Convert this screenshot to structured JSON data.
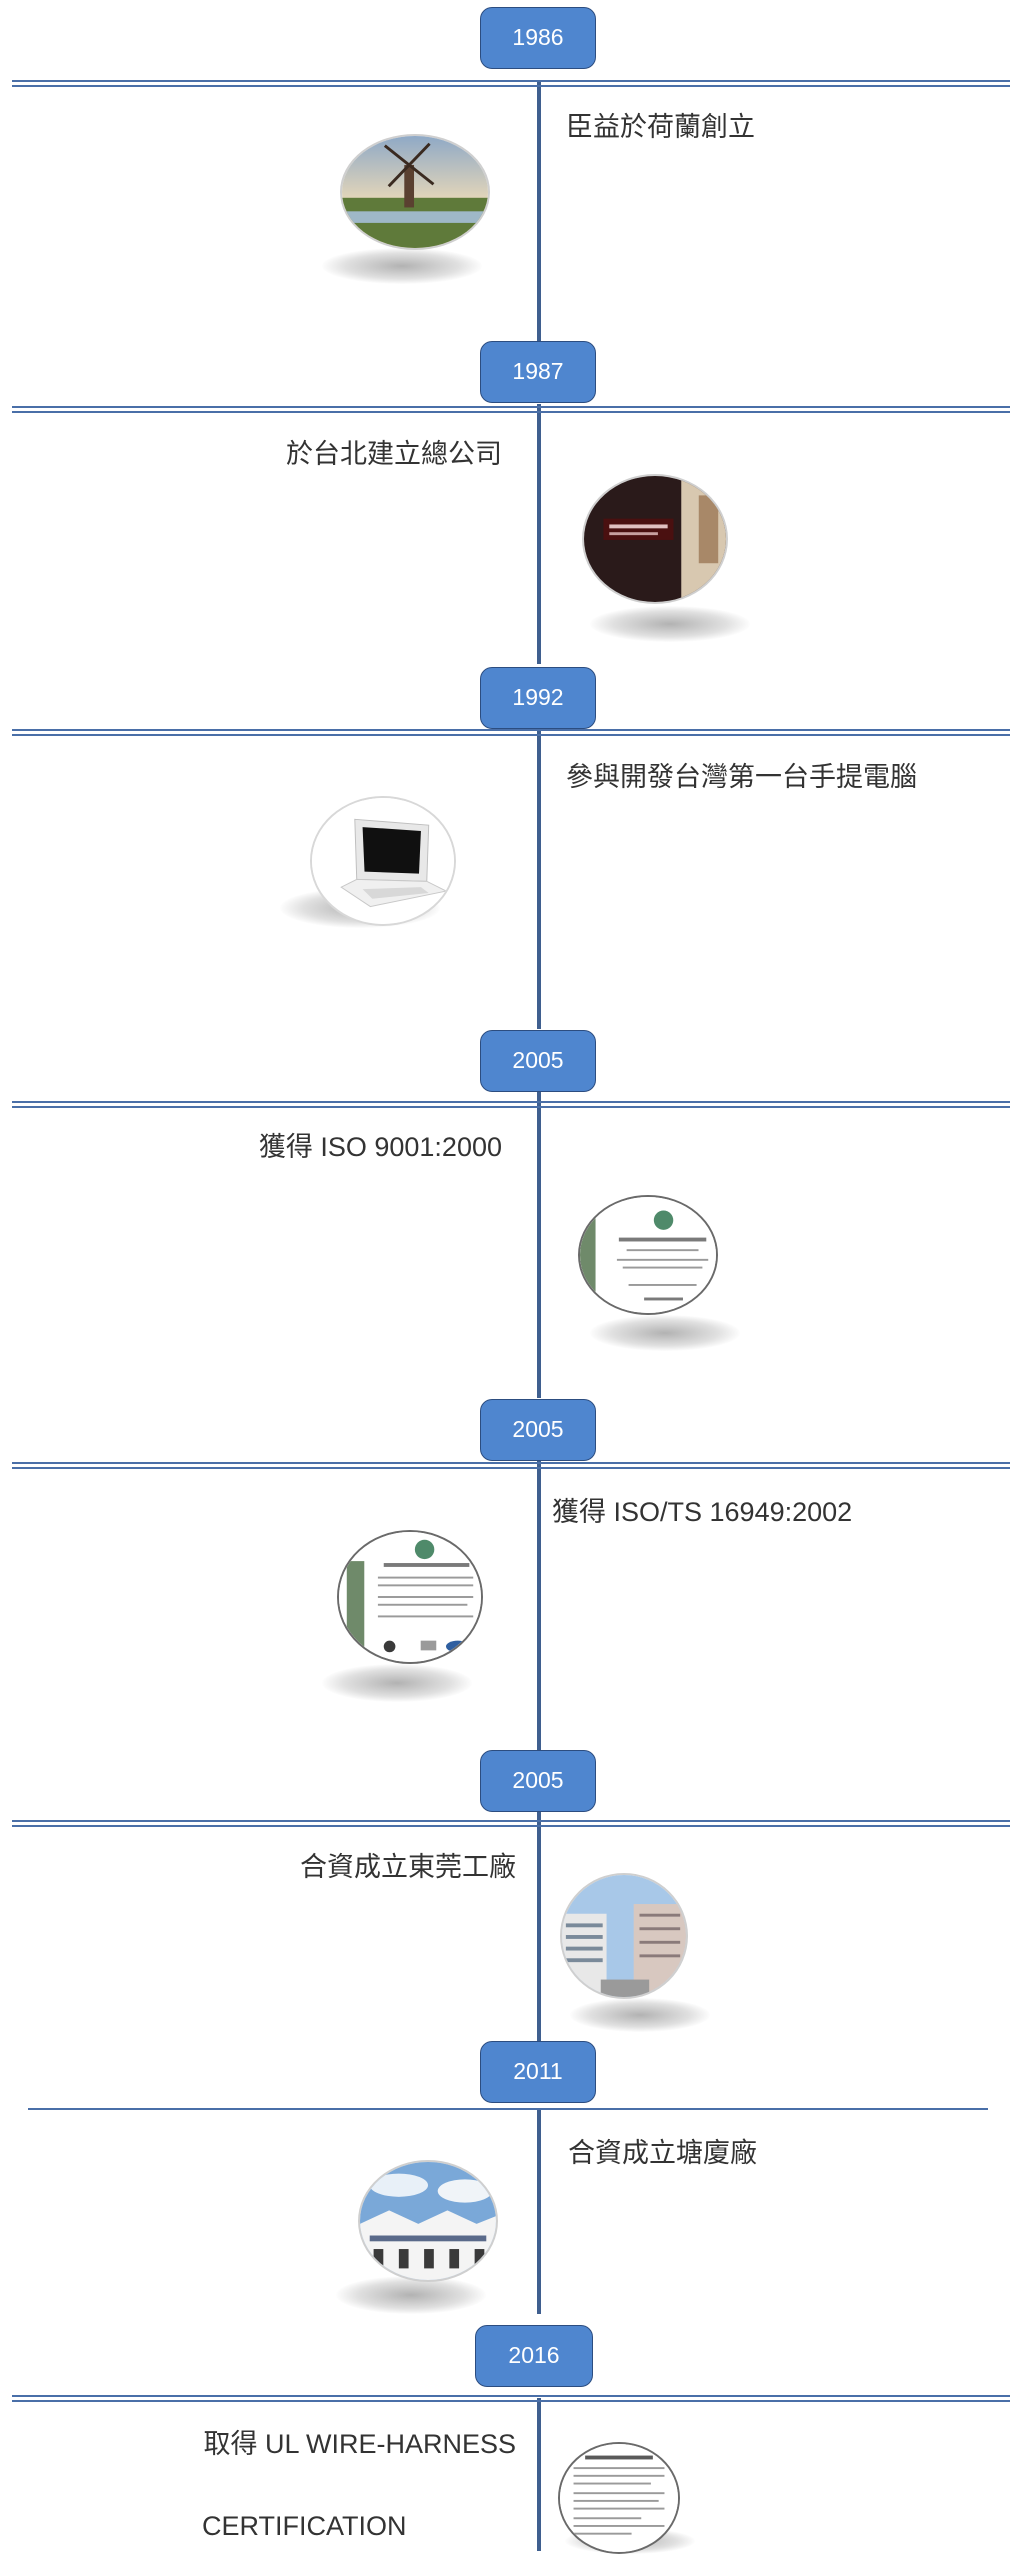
{
  "timeline": {
    "entries": [
      {
        "year": "1986",
        "text": "臣益於荷蘭創立",
        "image": "windmill-photo"
      },
      {
        "year": "1987",
        "text": "於台北建立總公司",
        "image": "headquarters-sign-photo"
      },
      {
        "year": "1992",
        "text": "參與開發台灣第一台手提電腦",
        "image": "laptop-photo"
      },
      {
        "year": "2005",
        "text": "獲得 ISO 9001:2000",
        "image": "iso-certificate-photo"
      },
      {
        "year": "2005",
        "text": "獲得 ISO/TS 16949:2002",
        "image": "ts-certificate-photo"
      },
      {
        "year": "2005",
        "text": "合資成立東莞工廠",
        "image": "dongguan-factory-photo"
      },
      {
        "year": "2011",
        "text": "合資成立塘廈廠",
        "image": "tangxia-factory-photo"
      },
      {
        "year": "2016",
        "text_line1": "取得 UL WIRE-HARNESS",
        "text_line2": "CERTIFICATION",
        "image": "ul-certificate-photo"
      }
    ]
  }
}
